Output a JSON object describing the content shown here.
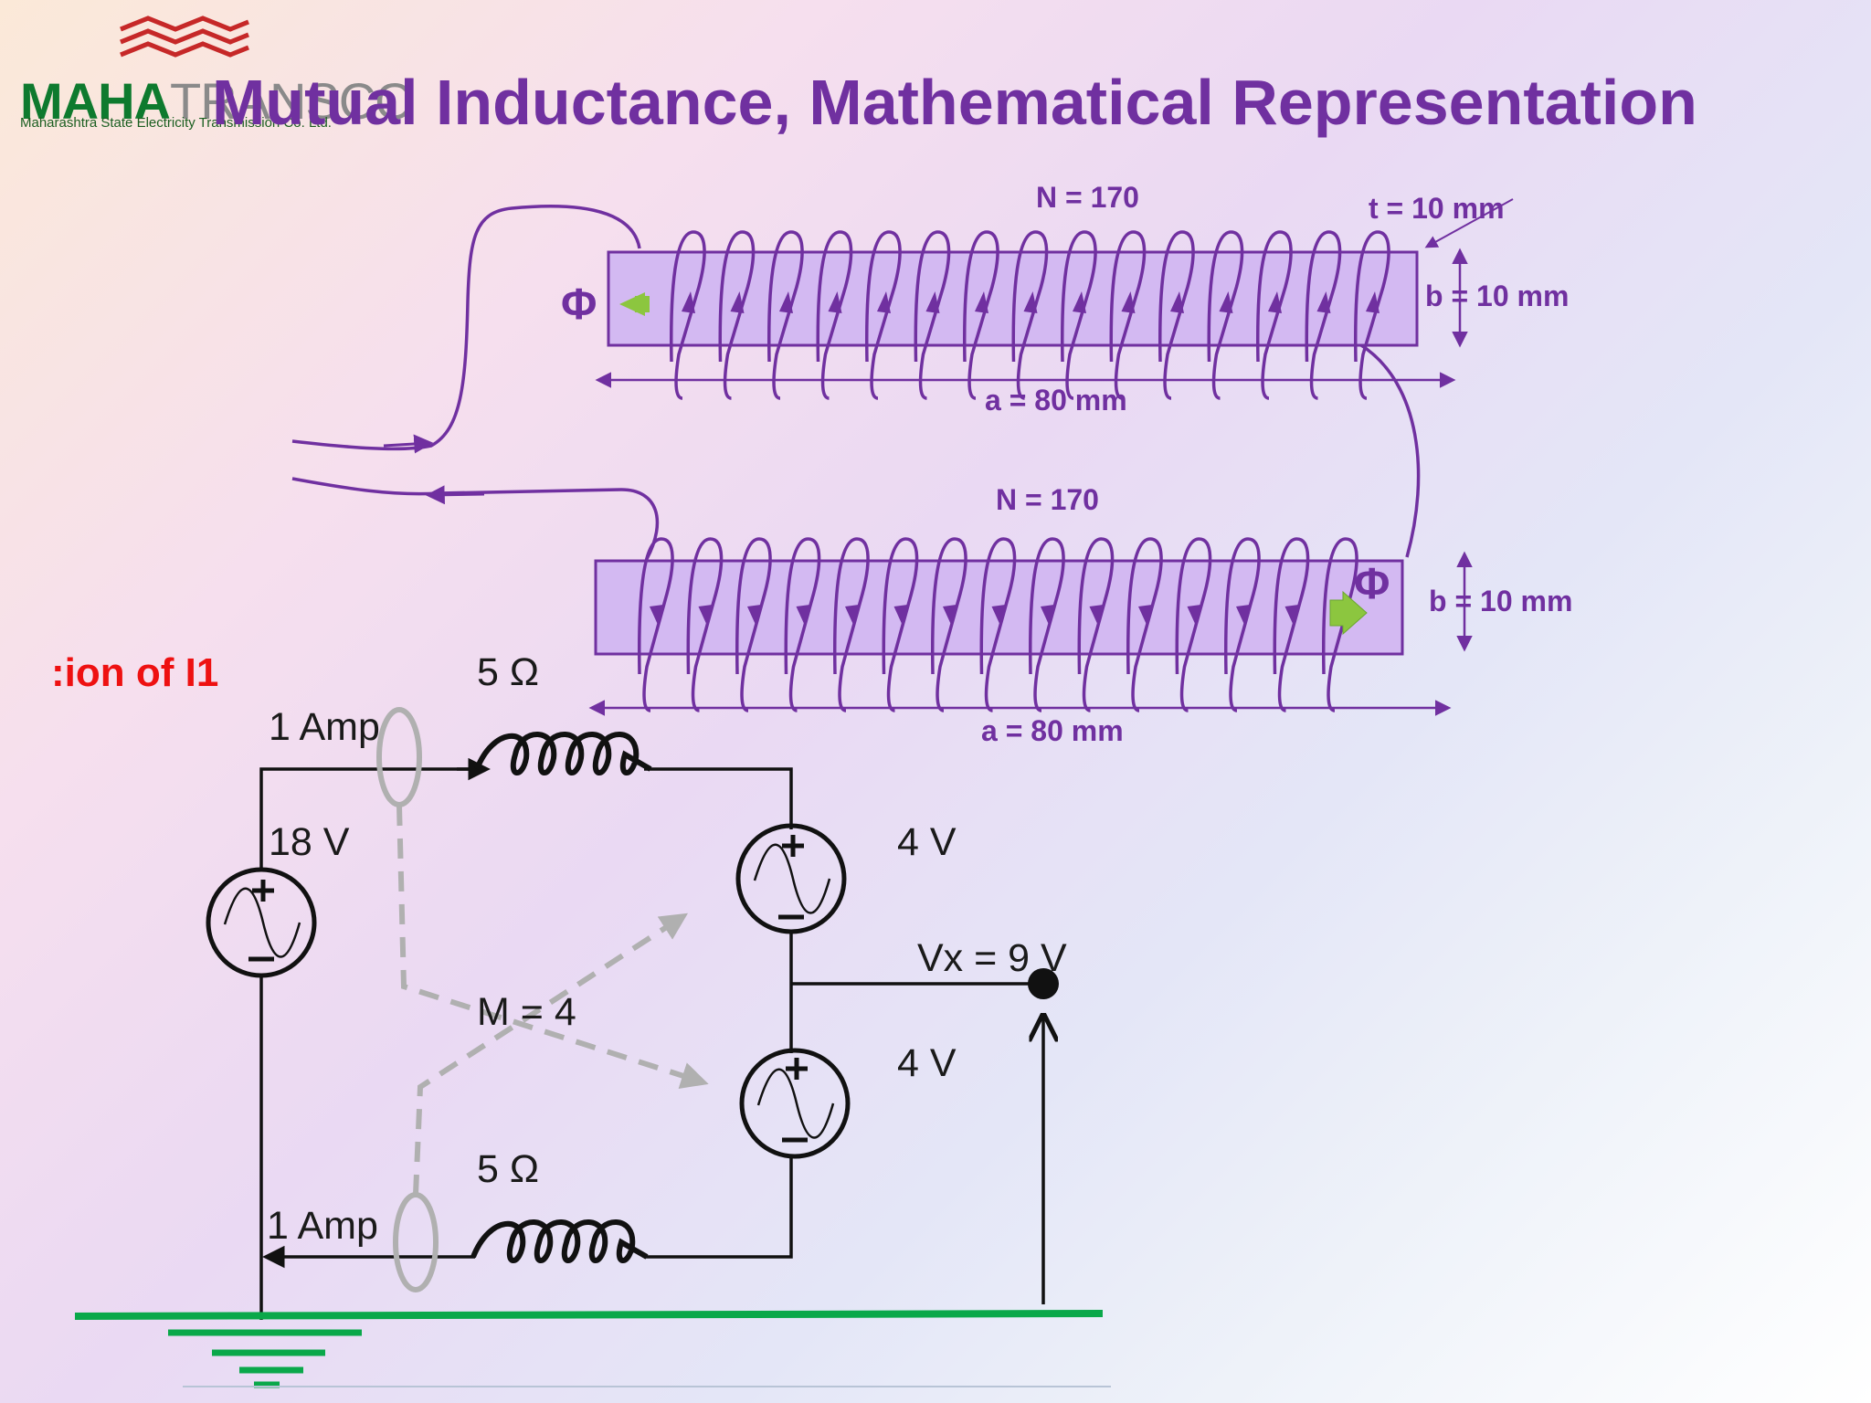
{
  "logo": {
    "brand_bold": "MAHA",
    "brand_light": "TRANSCO",
    "tagline": "Maharashtra State Electricity Transmission Co. Ltd."
  },
  "title": "Mutual Inductance, Mathematical Representation",
  "coil_top": {
    "turns": "N = 170",
    "thickness": "t = 10 mm",
    "breadth": "b = 10 mm",
    "length": "a = 80 mm",
    "flux": "Φ"
  },
  "coil_bottom": {
    "turns": "N = 170",
    "breadth": "b = 10 mm",
    "length": "a = 80 mm",
    "flux": "Φ"
  },
  "section_label": ":ion of I1",
  "circuit": {
    "r_top": "5 Ω",
    "i_top": "1 Amp",
    "v_source": "18 V",
    "v_dep_top": "4 V",
    "v_dep_bottom": "4 V",
    "vx": "Vx = 9 V",
    "mutual": "M = 4",
    "r_bottom": "5 Ω",
    "i_bottom": "1 Amp"
  },
  "colors": {
    "title": "#7030a0",
    "coil": "#7030a0",
    "core": "#d3b9f2",
    "flux_arrow": "#8cc63f",
    "ground": "#0aa84a",
    "section_label": "#ee1111"
  }
}
